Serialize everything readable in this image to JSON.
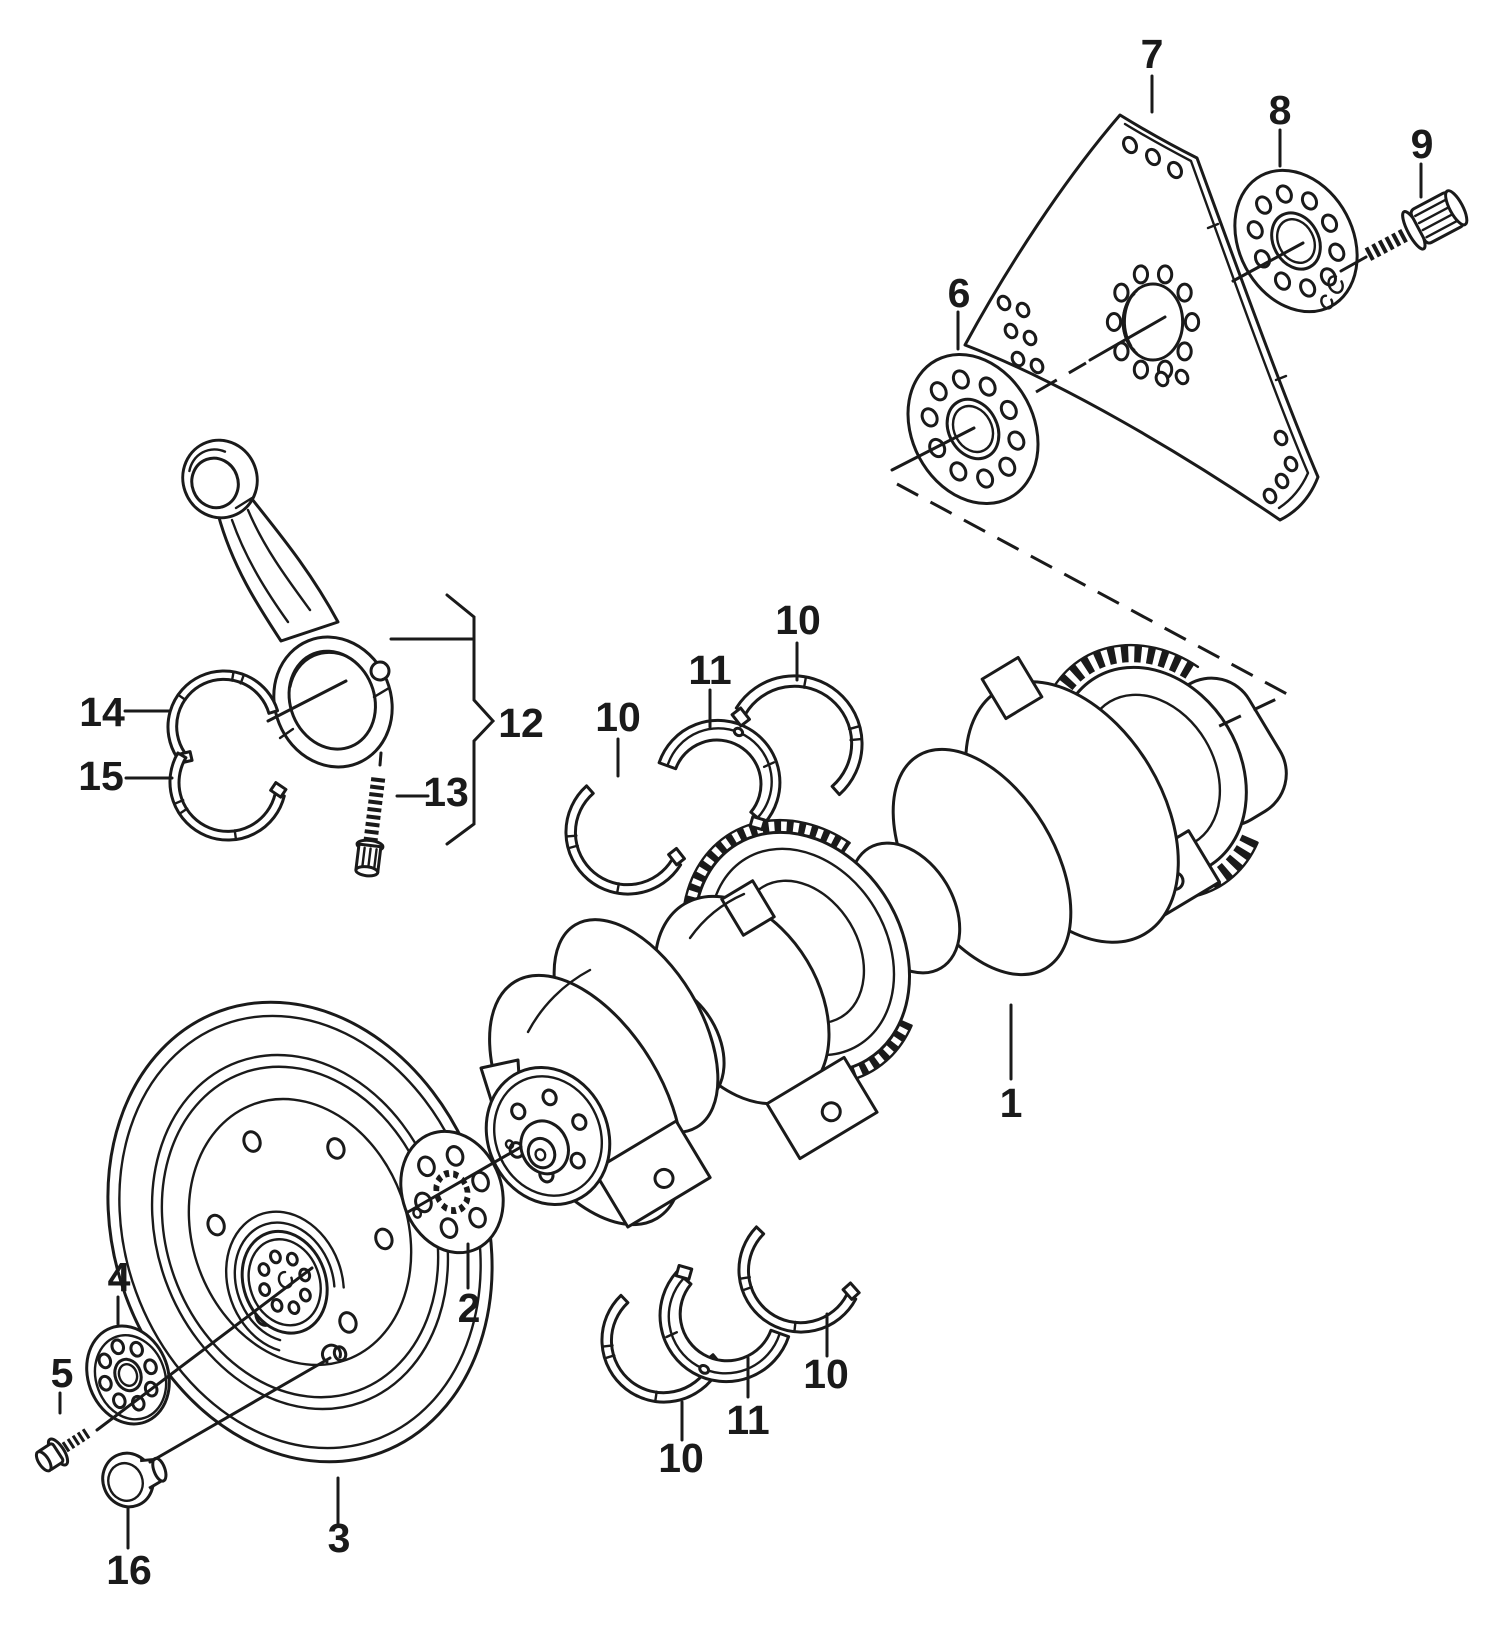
{
  "style": {
    "line_color": "#1a1a1a",
    "background": "#ffffff"
  },
  "callouts": {
    "n1": "1",
    "n2": "2",
    "n3": "3",
    "n4": "4",
    "n5": "5",
    "n6": "6",
    "n7": "7",
    "n8": "8",
    "n9": "9",
    "n10a": "10",
    "n11a": "11",
    "n10b": "10",
    "n10c": "10",
    "n11c": "11",
    "n10d": "10",
    "n12": "12",
    "n13": "13",
    "n14": "14",
    "n15": "15",
    "n16": "16"
  }
}
